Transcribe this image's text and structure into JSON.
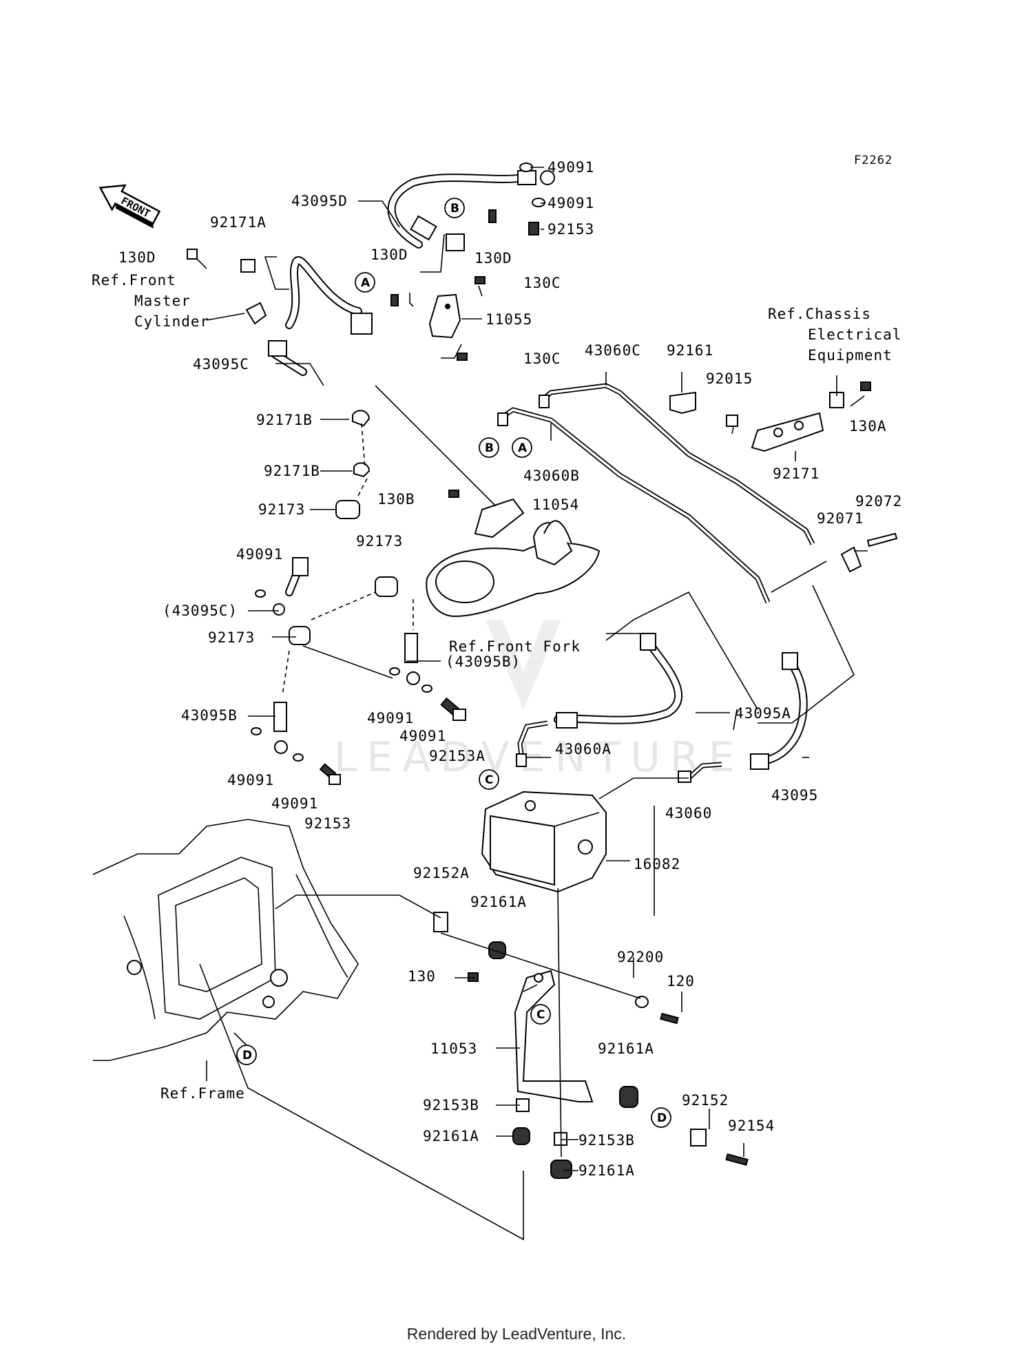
{
  "figure_code": "F2262",
  "front_arrow_label": "FRONT",
  "watermark": "LEADVENTURE",
  "footer": "Rendered by LeadVenture, Inc.",
  "callout_letters": [
    "A",
    "B",
    "C",
    "D"
  ],
  "part_labels": {
    "p49091_a": "49091",
    "p49091_b": "49091",
    "p43095D": "43095D",
    "p92153_top": "92153",
    "p92171A": "92171A",
    "p130D_a": "130D",
    "p130D_b": "130D",
    "p130D_c": "130D",
    "p130C_a": "130C",
    "p130C_b": "130C",
    "p11055": "11055",
    "p43095C": "43095C",
    "p43060C": "43060C",
    "p92161": "92161",
    "p92015": "92015",
    "p130A": "130A",
    "p92171": "92171",
    "p92171B_a": "92171B",
    "p92171B_b": "92171B",
    "p43060B": "43060B",
    "p92173_a": "92173",
    "p130B": "130B",
    "p11054": "11054",
    "p92072": "92072",
    "p92071": "92071",
    "p49091_c": "49091",
    "p92173_b": "92173",
    "p43095C_ref": "(43095C)",
    "p92173_c": "92173",
    "p43095B_ref": "(43095B)",
    "p43095A": "43095A",
    "p43095B": "43095B",
    "p49091_d": "49091",
    "p49091_e": "49091",
    "p92153A": "92153A",
    "p43060A": "43060A",
    "p49091_f": "49091",
    "p49091_g": "49091",
    "p92153": "92153",
    "p43060": "43060",
    "p43095": "43095",
    "p16082": "16082",
    "p92152A": "92152A",
    "p92161A_a": "92161A",
    "p92200": "92200",
    "p130": "130",
    "p120": "120",
    "p11053": "11053",
    "p92161A_b": "92161A",
    "p92152": "92152",
    "p92153B_a": "92153B",
    "p92154": "92154",
    "p92161A_c": "92161A",
    "p92153B_b": "92153B",
    "p92161A_d": "92161A"
  },
  "ref_labels": {
    "front_master_1": "Ref.Front",
    "front_master_2": "Master",
    "front_master_3": "Cylinder",
    "chassis_1": "Ref.Chassis",
    "chassis_2": "Electrical",
    "chassis_3": "Equipment",
    "front_fork": "Ref.Front Fork",
    "frame": "Ref.Frame"
  }
}
